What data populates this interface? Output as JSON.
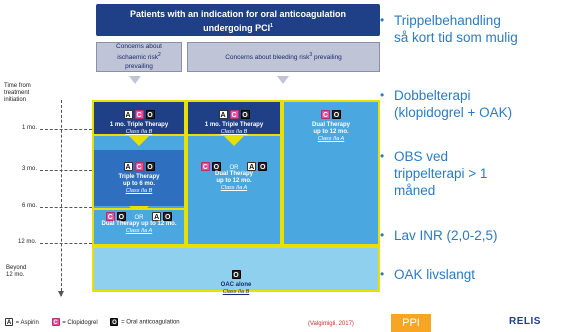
{
  "header": {
    "title_line1": "Patients with an indication for oral anticoagulation",
    "title_line2": "undergoing PCI",
    "title_sup": "1"
  },
  "concerns": {
    "ischaemic": {
      "line1": "Concerns about",
      "line2": "ischaemic risk",
      "sup": "2",
      "line3": "prevailing"
    },
    "bleeding": {
      "text": "Concerns about bleeding risk",
      "sup": "3",
      "tail": " prevailing"
    }
  },
  "timeline": {
    "header_line1": "Time from",
    "header_line2": "treatment",
    "header_line3": "initiation",
    "ticks": [
      "1 mo.",
      "3 mo.",
      "6 mo.",
      "12 mo."
    ],
    "beyond_line1": "Beyond",
    "beyond_line2": "12 mo."
  },
  "therapies": {
    "col1_triple_1mo": {
      "chips": [
        "A",
        "C",
        "O"
      ],
      "title": "1 mo. Triple Therapy",
      "class": "Class IIa B"
    },
    "col1_triple_6mo": {
      "chips": [
        "A",
        "C",
        "O"
      ],
      "title_line1": "Triple Therapy",
      "title_line2": "up to 6 mo.",
      "class": "Class IIa B"
    },
    "col1_dual_12mo": {
      "chips_left": [
        "C",
        "O"
      ],
      "or_text": "OR",
      "chips_right": [
        "A",
        "O"
      ],
      "title": "Dual Therapy up to 12 mo.",
      "class": "Class IIa A"
    },
    "col2_triple_1mo": {
      "chips": [
        "A",
        "C",
        "O"
      ],
      "title": "1 mo. Triple Therapy",
      "class": "Class IIa B"
    },
    "col2_dual_12mo": {
      "chips_left": [
        "C",
        "O"
      ],
      "or_text": "OR",
      "chips_right": [
        "A",
        "O"
      ],
      "title_line1": "Dual Therapy",
      "title_line2": "up to 12 mo.",
      "class": "Class IIa A"
    },
    "col3_dual_12mo": {
      "chips": [
        "C",
        "O"
      ],
      "title_line1": "Dual Therapy",
      "title_line2": "up to 12 mo.",
      "class": "Class IIa A"
    },
    "oac_alone": {
      "chips": [
        "O"
      ],
      "title": "OAC alone",
      "class": "Class IIa B"
    }
  },
  "bullets": [
    {
      "line1": "Trippelbehandling",
      "line2": "så kort tid som mulig"
    },
    {
      "line1": "Dobbelterapi",
      "line2": "(klopidogrel + OAK)"
    },
    {
      "line1": "OBS ved",
      "line2": "trippelterapi > 1",
      "line3": "måned"
    },
    {
      "line1": "Lav INR (2,0-2,5)"
    },
    {
      "line1": "OAK livslangt"
    }
  ],
  "legend": {
    "a": "A",
    "a_label": "= Aspirin",
    "c": "C",
    "c_label": "= Clopidogrel",
    "o": "O",
    "o_label": "= Oral anticoagulation"
  },
  "reference": "(Valgimigli, 2017)",
  "ppi_badge": "PPI",
  "logo": "RELIS",
  "colors": {
    "header": "#1f3f86",
    "dark_box": "#1f3f86",
    "mid_box": "#2f6fbf",
    "light_box": "#4aa7e0",
    "pale_box": "#8fd0ef",
    "border": "#e8e000",
    "bullet_text": "#2a7bc4",
    "ppi": "#f6a623",
    "clopidogrel": "#e94d9c"
  }
}
